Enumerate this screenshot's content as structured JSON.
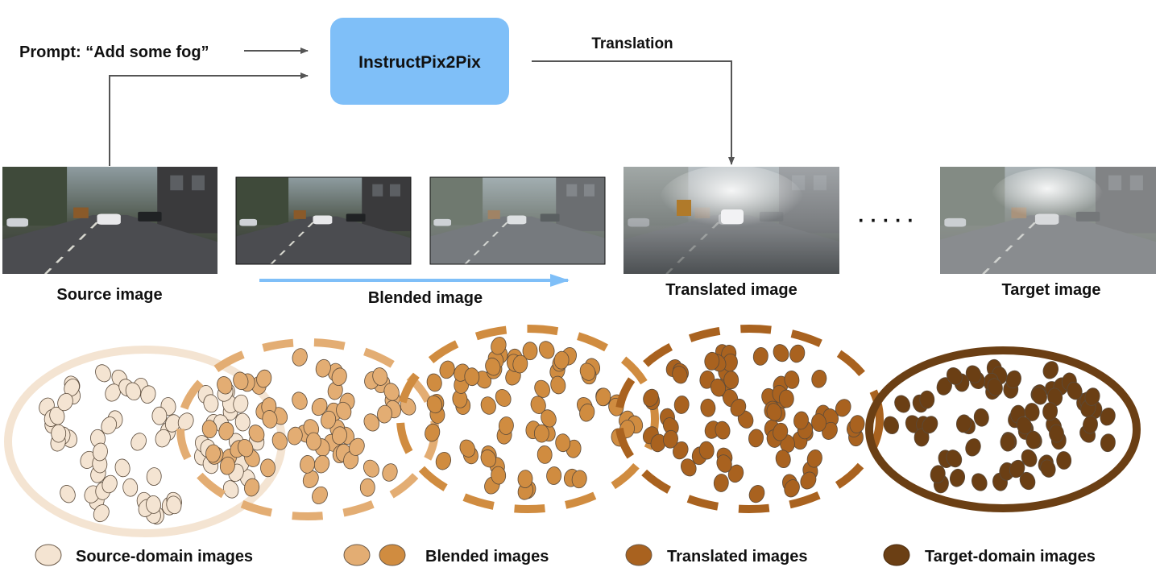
{
  "prompt_label": "Prompt: “Add some fog”",
  "model_label": "InstructPix2Pix",
  "translation_label": "Translation",
  "image_labels": {
    "source": "Source image",
    "blended": "Blended image",
    "translated": "Translated image",
    "target": "Target image"
  },
  "ellipsis": "· · · · ·",
  "legend": [
    {
      "label": "Source-domain images",
      "colors": [
        "#f4e4d2"
      ]
    },
    {
      "label": "Blended images",
      "colors": [
        "#e3ad73",
        "#d08c40"
      ]
    },
    {
      "label": "Translated images",
      "colors": [
        "#a9621f"
      ]
    },
    {
      "label": "Target-domain images",
      "colors": [
        "#6b3f14"
      ]
    }
  ],
  "colors": {
    "model_box": "#7fbff8",
    "progress_arrow": "#7fbff8",
    "source_domain": "#f4e4d2",
    "blend_1": "#e3ad73",
    "blend_2": "#d08c40",
    "translated": "#a9621f",
    "target_domain": "#6b3f14"
  }
}
